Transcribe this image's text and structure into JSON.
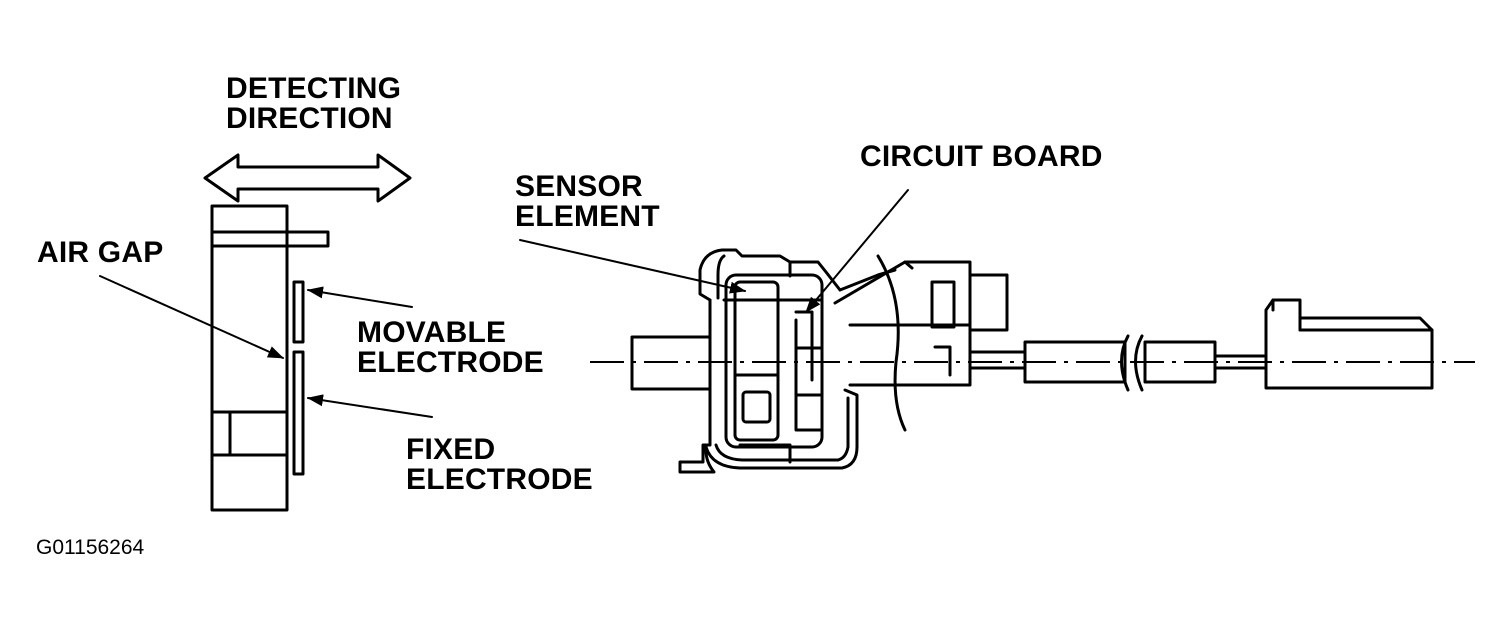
{
  "labels": {
    "detecting_direction": [
      "DETECTING",
      "DIRECTION"
    ],
    "air_gap": "AIR GAP",
    "movable_electrode": [
      "MOVABLE",
      "ELECTRODE"
    ],
    "fixed_electrode": [
      "FIXED",
      "ELECTRODE"
    ],
    "sensor_element": [
      "SENSOR",
      "ELEMENT"
    ],
    "circuit_board": "CIRCUIT BOARD"
  },
  "figure_id": "G01156264",
  "colors": {
    "line": "#000000",
    "background": "#ffffff"
  }
}
